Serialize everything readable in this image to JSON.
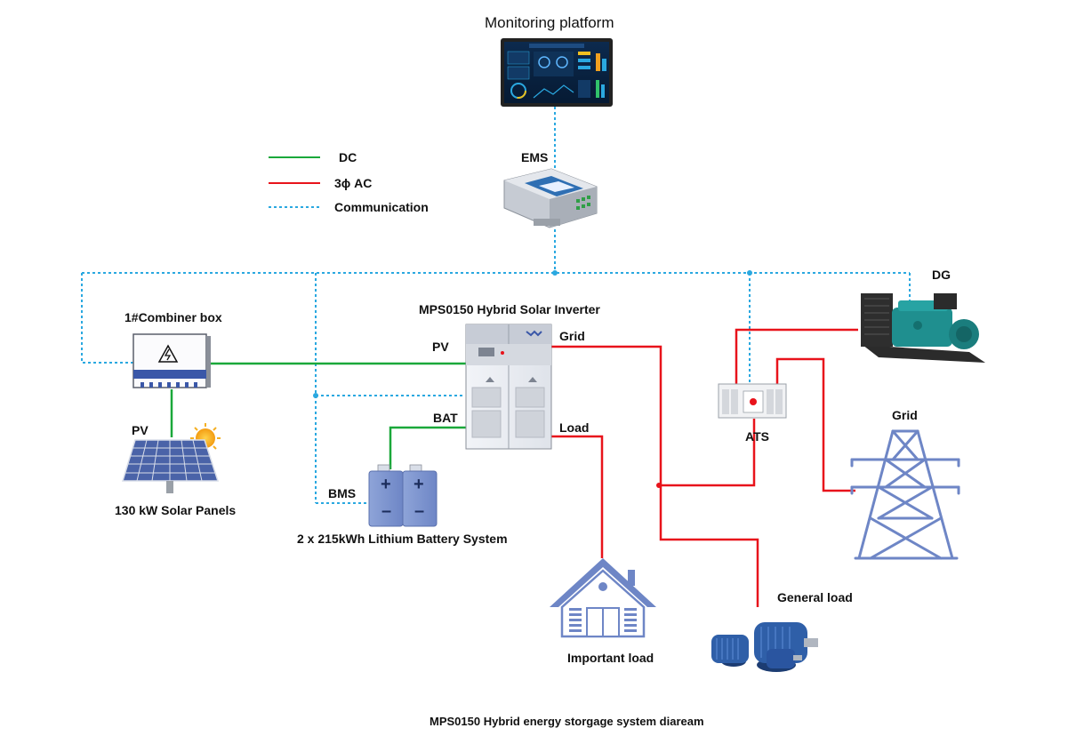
{
  "legend": {
    "dc": "DC",
    "ac": "3ϕ AC",
    "comm": "Communication"
  },
  "labels": {
    "monitoring": "Monitoring platform",
    "ems": "EMS",
    "dg": "DG",
    "combiner": "1#Combiner box",
    "inverter": "MPS0150 Hybrid Solar Inverter",
    "pv_port": "PV",
    "bat_port": "BAT",
    "grid_port": "Grid",
    "load_port": "Load",
    "ats": "ATS",
    "grid_tower": "Grid",
    "pv_panel": "PV",
    "solar_panels": "130 kW Solar Panels",
    "bms": "BMS",
    "battery": "2 x 215kWh Lithium Battery System",
    "battery_plus": "+",
    "battery_minus": "–",
    "general_load": "General load",
    "important_load": "Important load",
    "caption": "MPS0150 Hybrid energy storgage system diaream"
  },
  "colors": {
    "dc": "#1aa83a",
    "ac": "#e8131b",
    "comm": "#2aa8e0",
    "equipment_blue": "#6e86c6",
    "motor_blue": "#2f5fa8",
    "genset_teal": "#1f8f8f"
  }
}
